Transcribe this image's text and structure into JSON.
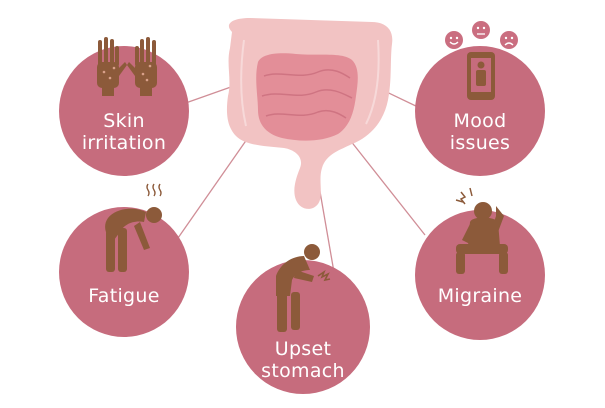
{
  "colors": {
    "circle": "#c66c7d",
    "label_text": "#ffffff",
    "icon": "#8c5a3a",
    "connector": "#d08e97",
    "intestine_outer": "#f2c3c3",
    "intestine_inner": "#e38e98",
    "emoji": "#ca6e80"
  },
  "symptoms": [
    {
      "id": "skin",
      "lines": [
        "Skin",
        "irritation"
      ],
      "icon": "hands-icon"
    },
    {
      "id": "mood",
      "lines": [
        "Mood",
        "issues"
      ],
      "icon": "phone-mood-icon"
    },
    {
      "id": "fatigue",
      "lines": [
        "Fatigue"
      ],
      "icon": "tired-person-icon"
    },
    {
      "id": "migraine",
      "lines": [
        "Migraine"
      ],
      "icon": "headache-person-icon"
    },
    {
      "id": "stomach",
      "lines": [
        "Upset",
        "stomach"
      ],
      "icon": "stomach-ache-person-icon"
    }
  ],
  "center_icon": "intestine-icon"
}
